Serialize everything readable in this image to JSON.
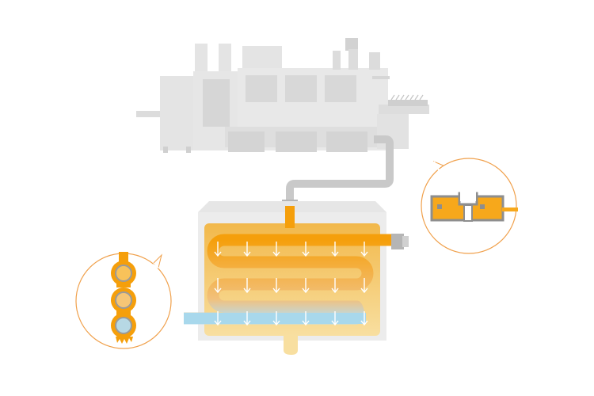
{
  "colors": {
    "background": "#ffffff",
    "machine_light": "#e6e6e6",
    "machine_mid": "#d4d4d4",
    "machine_dark": "#bdbdbd",
    "pipe_gray": "#c9c9c9",
    "tank_body": "#e8e8e8",
    "tank_fill": "#f3c15c",
    "coil_orange": "#f59f0b",
    "coil_blue": "#a8d8ec",
    "callout_ring": "#f0a04b",
    "drain_cream": "#f8dfa0",
    "arrow": "#ffffff"
  },
  "icons": {
    "flow_direction": "down-arrow-icon",
    "detail_callout": "magnifier-bubble-icon"
  },
  "diagram": {
    "components": [
      "processing-machine",
      "steam-pipe",
      "heat-exchanger-tank",
      "serpentine-coil",
      "cold-inlet",
      "drain-outlet",
      "coupling-detail-callout",
      "coil-section-detail-callout"
    ]
  }
}
